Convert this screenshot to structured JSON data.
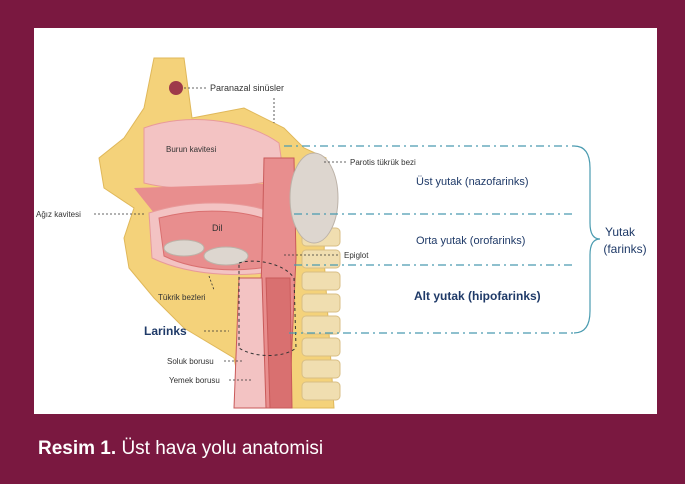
{
  "caption": {
    "label": "Resim 1.",
    "text": "Üst hava yolu anatomisi"
  },
  "labels": {
    "paranasal": "Paranazal sinüsler",
    "burun": "Burun kavitesi",
    "parotis": "Parotis tükrük bezi",
    "agiz": "Ağız kavitesi",
    "dil": "Dil",
    "epiglot": "Epiglot",
    "tukrik": "Tükrik bezleri",
    "larinks": "Larinks",
    "soluk": "Soluk borusu",
    "yemek": "Yemek borusu"
  },
  "regions": {
    "ust": "Üst yutak (nazofarinks)",
    "orta": "Orta yutak (orofarinks)",
    "alt": "Alt yutak (hipofarinks)",
    "yutak_line1": "Yutak",
    "yutak_line2": "(farinks)"
  },
  "colors": {
    "frame": "#7a1840",
    "bone": "#f4d27a",
    "tissue": "#e88e8e",
    "cavity": "#f3c3c3",
    "dashed_line": "#4a9bb0"
  }
}
